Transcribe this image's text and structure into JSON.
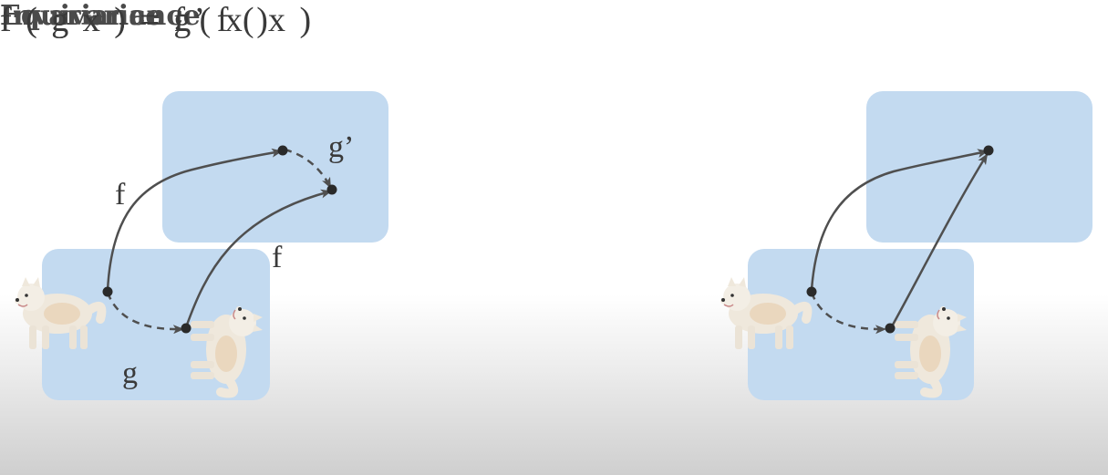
{
  "equivariance": {
    "title": "Equivariance",
    "formula": "f ( g x ) = g’ f ( x )"
  },
  "invariance": {
    "title": "Invariance",
    "formula": "f ( g x ) = f ( x )"
  },
  "diagram_labels": {
    "f_upper": "f",
    "f_lower": "f",
    "g_prime": "g’",
    "g": "g"
  },
  "colors": {
    "panel": "#c3daf0",
    "arrow": "#4f4f4f",
    "text": "#3a3a3a",
    "dog_fur": "#efe8dc"
  }
}
